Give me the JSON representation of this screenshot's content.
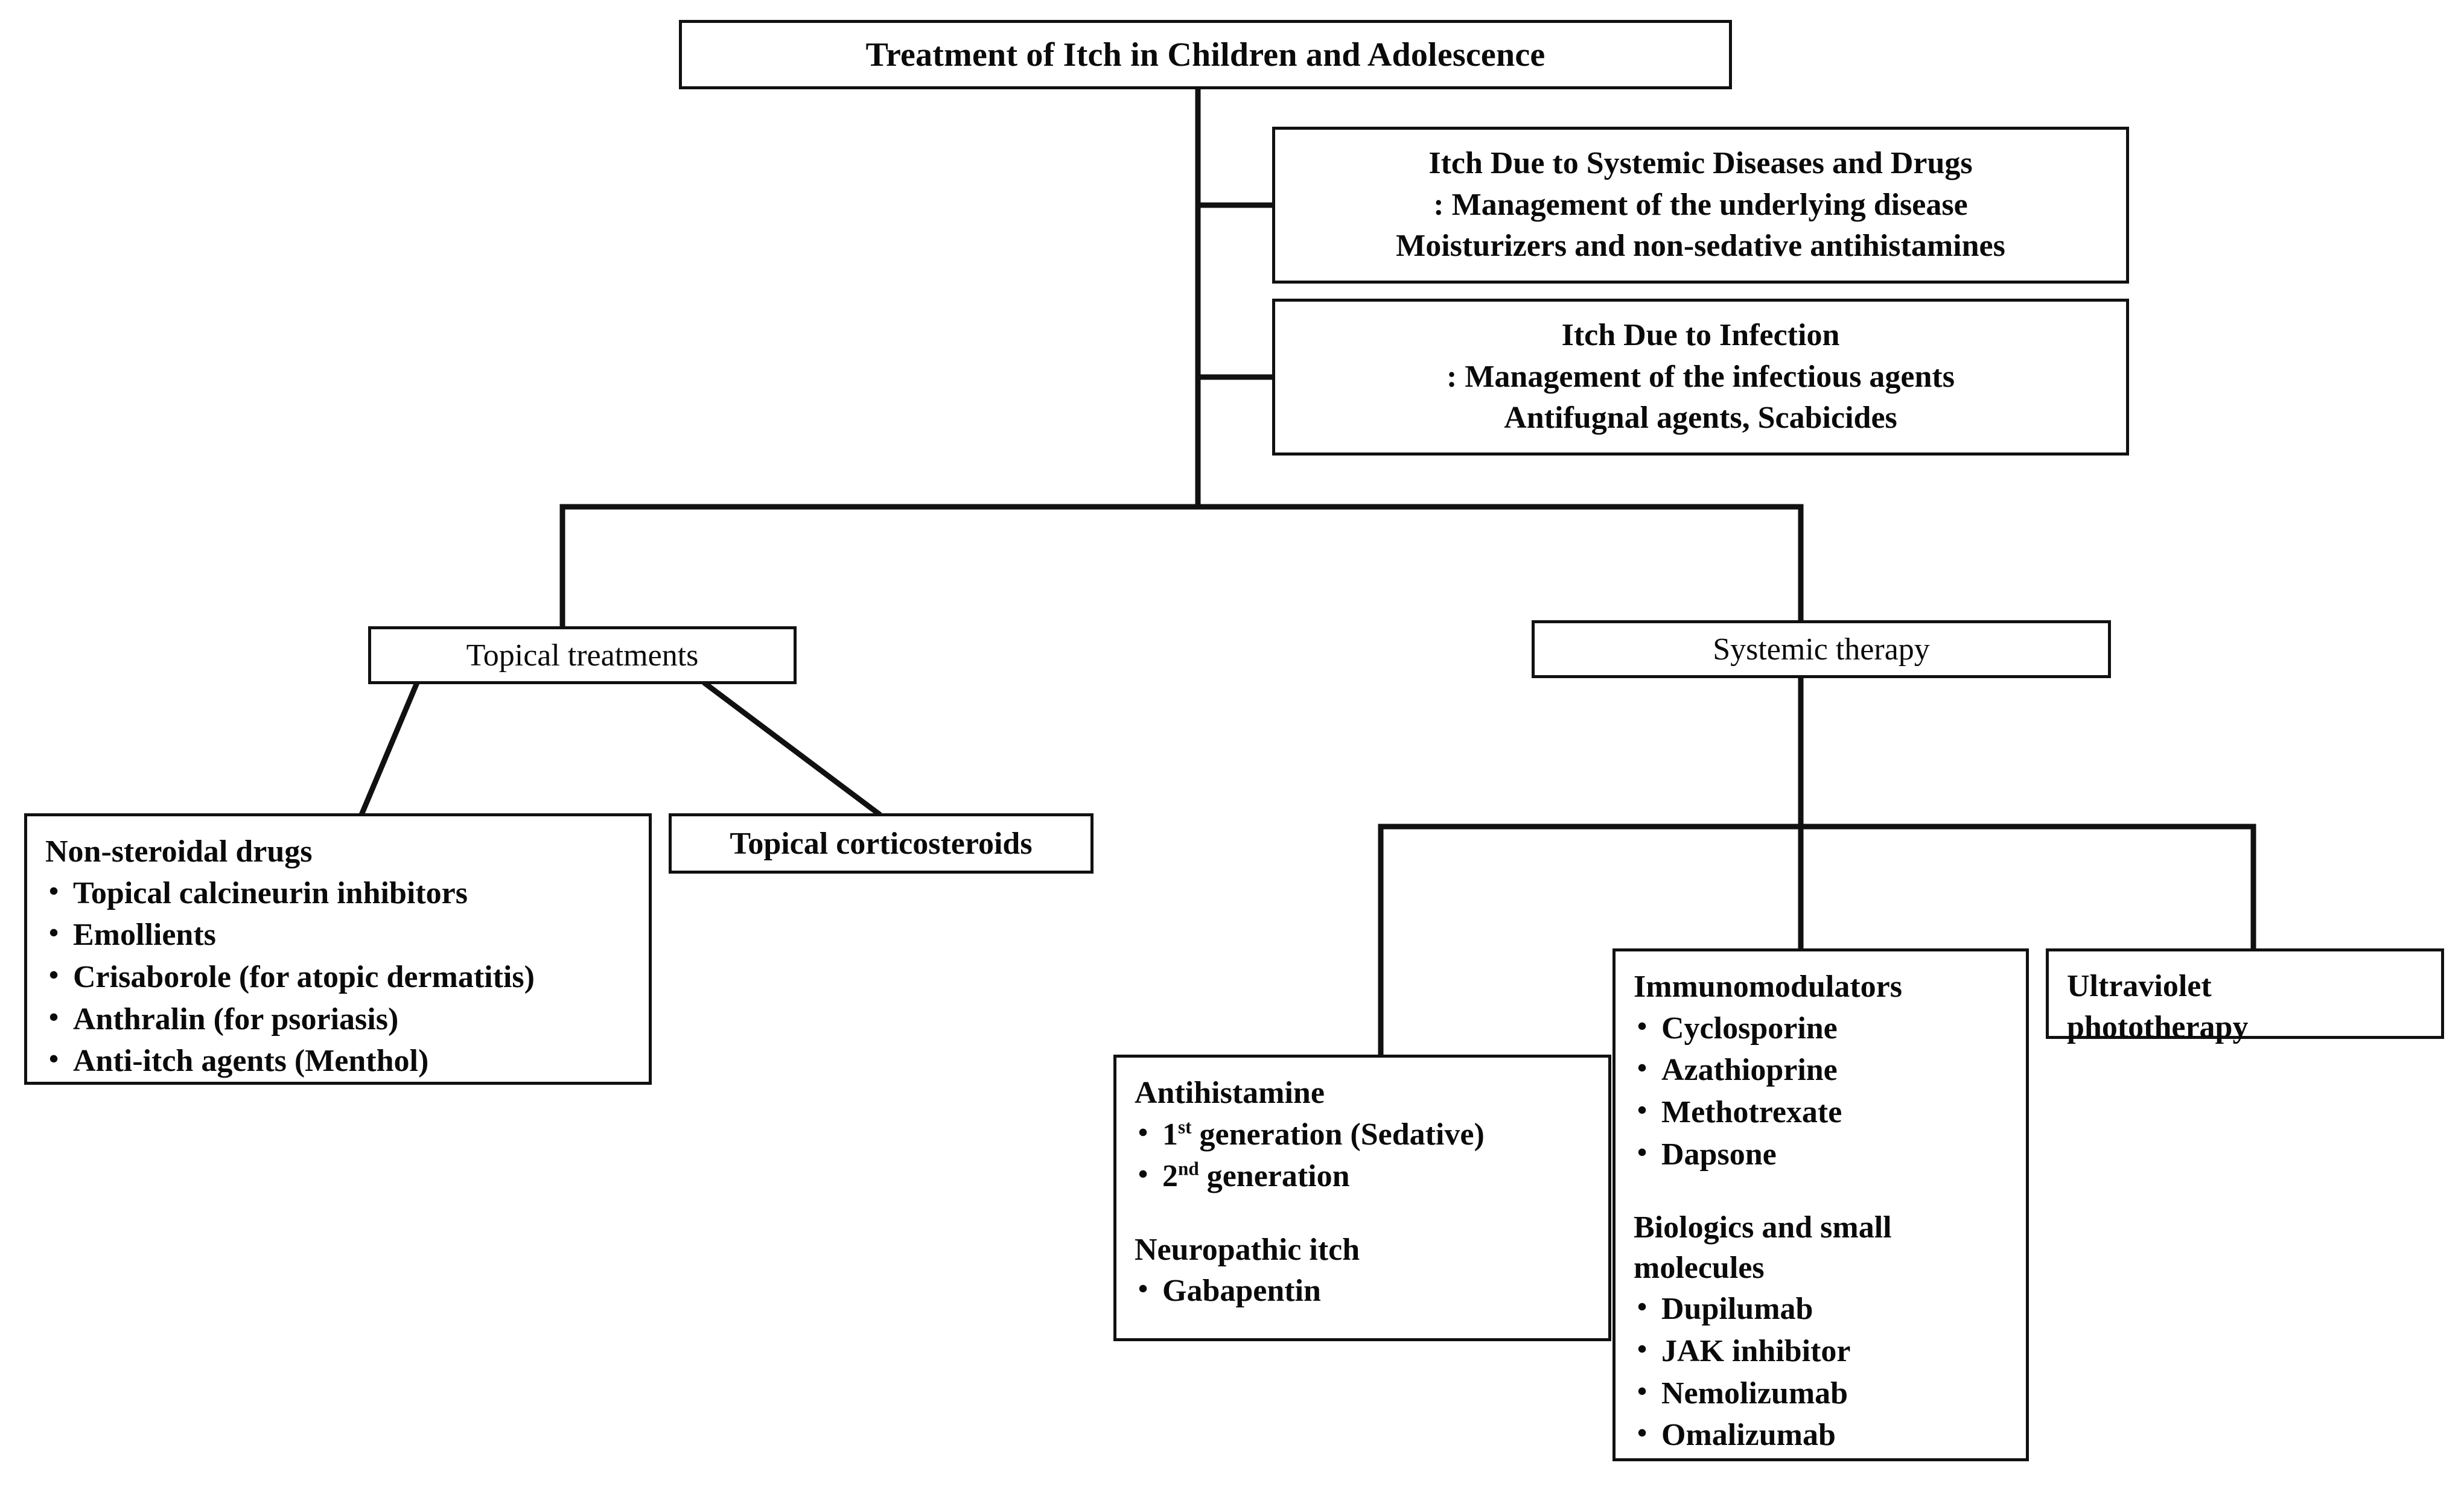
{
  "diagram": {
    "title": "Treatment of Itch in Children and Adolescence",
    "root": {
      "label": "Treatment of Itch in Children and Adolescence"
    },
    "systemic_disease_box": {
      "line1": "Itch Due to Systemic Diseases and Drugs",
      "line2": ": Management of the underlying disease",
      "line3": "Moisturizers and non-sedative antihistamines"
    },
    "infection_box": {
      "line1": "Itch Due to Infection",
      "line2": ": Management of the infectious agents",
      "line3": "Antifugnal agents, Scabicides"
    },
    "topical_treatments": {
      "label": "Topical treatments"
    },
    "systemic_therapy": {
      "label": "Systemic therapy"
    },
    "non_steroidal": {
      "heading": "Non-steroidal drugs",
      "items": [
        "Topical calcineurin inhibitors",
        "Emollients",
        "Crisaborole (for atopic dermatitis)",
        "Anthralin (for psoriasis)",
        "Anti-itch agents (Menthol)"
      ]
    },
    "topical_corticosteroids": {
      "label": "Topical corticosteroids"
    },
    "antihistamine": {
      "heading": "Antihistamine",
      "item1_num": "1",
      "item1_sup": "st",
      "item1_rest": " generation (Sedative)",
      "item2_num": "2",
      "item2_sup": "nd",
      "item2_rest": " generation",
      "heading2": "Neuropathic itch",
      "item3": "Gabapentin"
    },
    "immunomodulators": {
      "heading": "Immunomodulators",
      "items": [
        "Cyclosporine",
        "Azathioprine",
        "Methotrexate",
        "Dapsone"
      ],
      "heading2_line1": "Biologics and small",
      "heading2_line2": "molecules",
      "items2": [
        "Dupilumab",
        "JAK inhibitor",
        "Nemolizumab",
        "Omalizumab"
      ]
    },
    "phototherapy": {
      "line1": "Ultraviolet",
      "line2": "phototherapy"
    },
    "colors": {
      "stroke": "#111111",
      "text": "#0a0a0a",
      "background": "#ffffff"
    }
  }
}
